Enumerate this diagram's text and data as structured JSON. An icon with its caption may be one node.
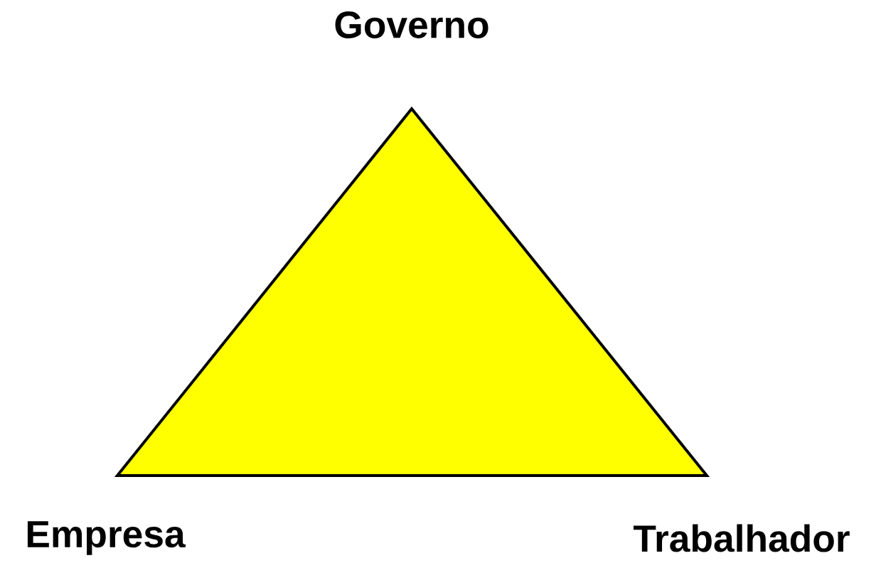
{
  "diagram": {
    "labels": [
      "Governo",
      "Empresa",
      "Trabalhador"
    ]
  }
}
